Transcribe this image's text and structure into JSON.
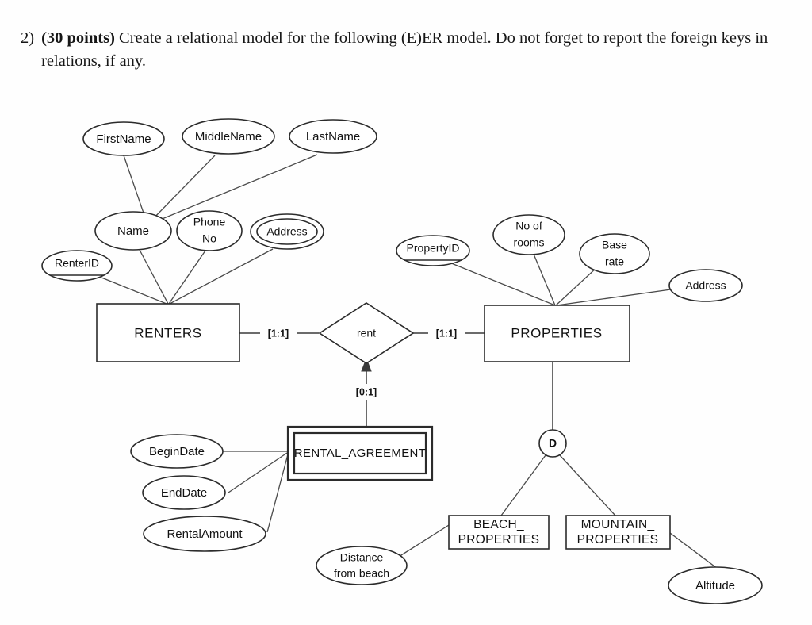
{
  "question": {
    "number": "2)",
    "points_label": "(30 points)",
    "text": " Create a relational model for the following (E)ER model. Do not forget to report the foreign keys in relations, if any."
  },
  "diagram": {
    "title": "ER model: RENTERS, PROPERTIES, RENTAL_AGREEMENT",
    "entities": [
      {
        "id": "renters",
        "label": "RENTERS",
        "type": "strong"
      },
      {
        "id": "properties",
        "label": "PROPERTIES",
        "type": "strong"
      },
      {
        "id": "rental_agreement",
        "label": "RENTAL_AGREEMENT",
        "type": "weak"
      },
      {
        "id": "beach_properties",
        "label_line1": "BEACH_",
        "label_line2": "PROPERTIES",
        "type": "subclass"
      },
      {
        "id": "mountain_properties",
        "label_line1": "MOUNTAIN_",
        "label_line2": "PROPERTIES",
        "type": "subclass"
      }
    ],
    "relationships": [
      {
        "id": "rent",
        "label": "rent"
      }
    ],
    "specialization": {
      "symbol": "D",
      "meaning_label": "D"
    },
    "cardinalities": [
      {
        "id": "renters-rent",
        "label": "[1:1]"
      },
      {
        "id": "rent-properties",
        "label": "[1:1]"
      },
      {
        "id": "rent-rental-agreement",
        "label": "[0:1]"
      }
    ],
    "attributes": [
      {
        "id": "firstname",
        "label": "FirstName",
        "kind": "simple"
      },
      {
        "id": "middlename",
        "label": "MiddleName",
        "kind": "simple"
      },
      {
        "id": "lastname",
        "label": "LastName",
        "kind": "simple"
      },
      {
        "id": "name",
        "label": "Name",
        "kind": "composite"
      },
      {
        "id": "phoneno",
        "label_line1": "Phone",
        "label_line2": "No",
        "kind": "simple"
      },
      {
        "id": "address_renters",
        "label": "Address",
        "kind": "multivalued"
      },
      {
        "id": "renterid",
        "label": "RenterID",
        "kind": "key"
      },
      {
        "id": "propertyid",
        "label": "PropertyID",
        "kind": "key"
      },
      {
        "id": "no_of_rooms",
        "label_line1": "No of",
        "label_line2": "rooms",
        "kind": "simple"
      },
      {
        "id": "base_rate",
        "label_line1": "Base",
        "label_line2": "rate",
        "kind": "simple"
      },
      {
        "id": "address_properties",
        "label": "Address",
        "kind": "simple"
      },
      {
        "id": "begindate",
        "label": "BeginDate",
        "kind": "simple"
      },
      {
        "id": "enddate",
        "label": "EndDate",
        "kind": "simple"
      },
      {
        "id": "rentalamount",
        "label": "RentalAmount",
        "kind": "simple"
      },
      {
        "id": "distance_from_beach",
        "label_line1": "Distance",
        "label_line2": "from beach",
        "kind": "simple"
      },
      {
        "id": "altitude",
        "label": "Altitude",
        "kind": "simple"
      }
    ]
  },
  "colors": {
    "ink": "#1a1a1a",
    "stroke": "#2b2b2b",
    "line": "#3a3a3a",
    "paper": "#fefefe"
  }
}
